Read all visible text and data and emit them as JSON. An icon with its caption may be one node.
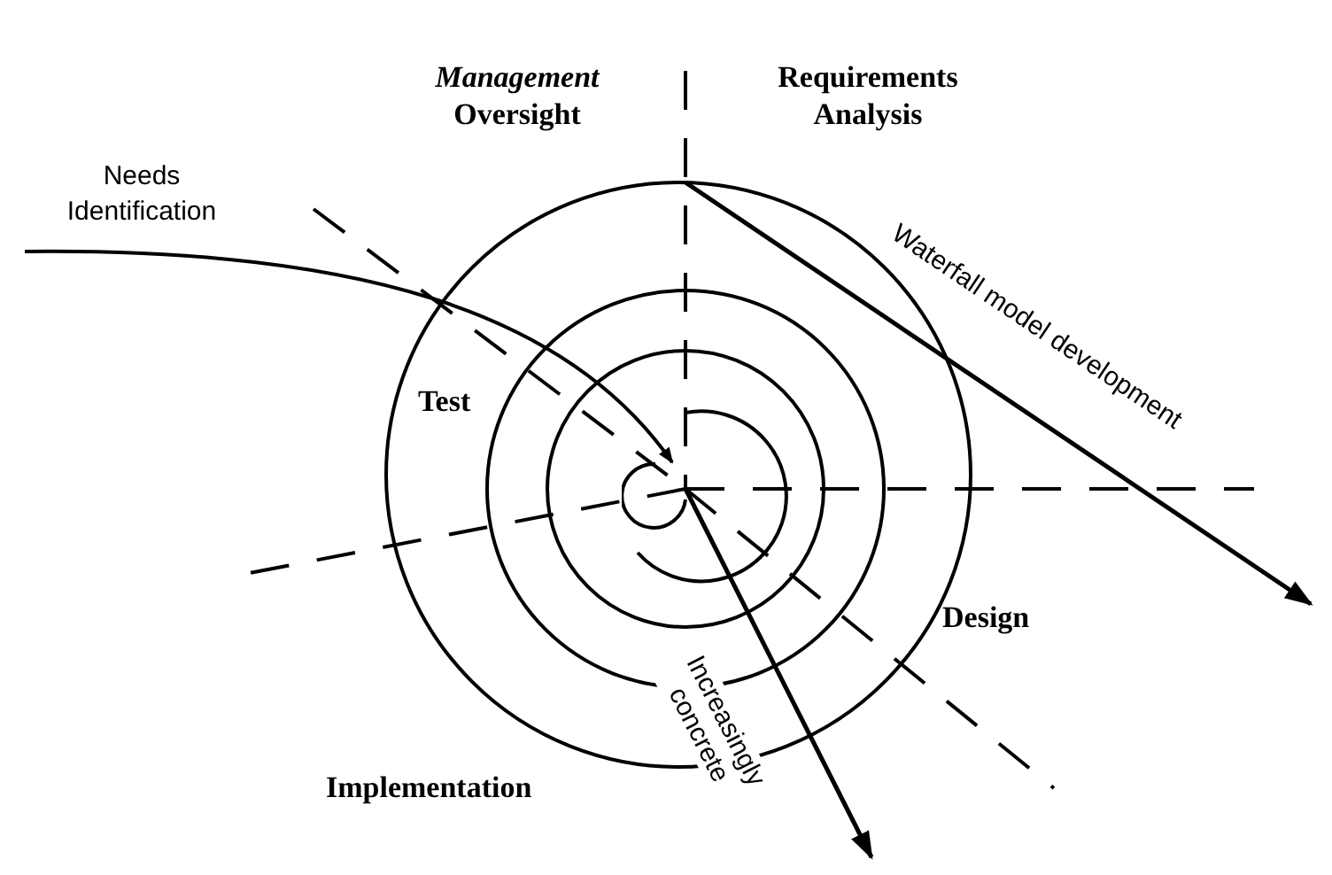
{
  "diagram": {
    "nodes": [
      {
        "text": [
          "Needs Identification"
        ]
      },
      {
        "text": [],
        "shape": "circle"
      }
    ],
    "edges": [
      {
        "from": 0,
        "to": 1,
        "arrow": "to"
      }
    ],
    "labels": [
      "*Management* Oversight",
      "Requirements Analysis",
      "Waterfall model development",
      "Test",
      "Design",
      "Increasingly concrete",
      "Implementation"
    ]
  }
}
